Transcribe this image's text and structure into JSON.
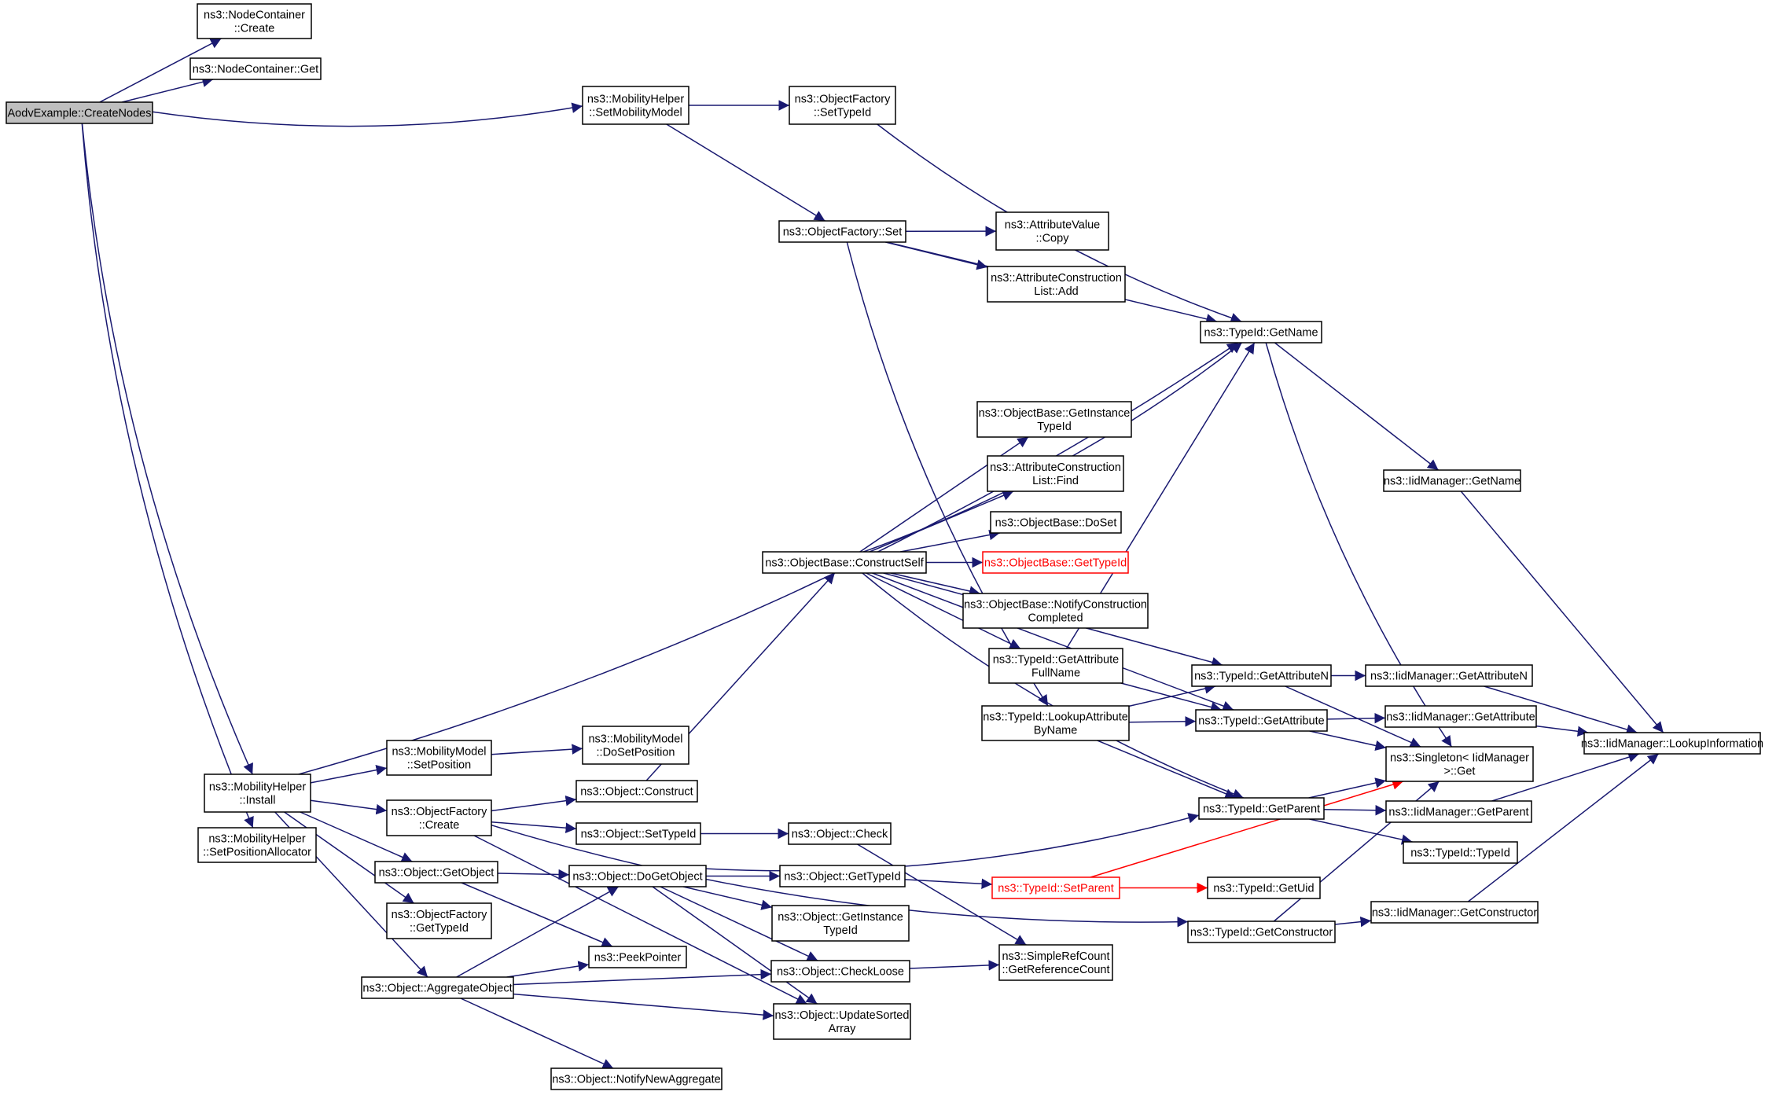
{
  "graph": {
    "colors": {
      "edge": "#191970",
      "edge_red": "#ff0000",
      "node_border": "#000000",
      "root_fill": "#bfbfbf",
      "link_missing": "#ff0000"
    },
    "nodes": [
      {
        "id": "aodv",
        "lines": [
          "AodvExample::CreateNodes"
        ],
        "root": true
      },
      {
        "id": "nc_create",
        "lines": [
          "ns3::NodeContainer",
          "::Create"
        ]
      },
      {
        "id": "nc_get",
        "lines": [
          "ns3::NodeContainer::Get"
        ]
      },
      {
        "id": "mh_setmm",
        "lines": [
          "ns3::MobilityHelper",
          "::SetMobilityModel"
        ]
      },
      {
        "id": "of_settypeid",
        "lines": [
          "ns3::ObjectFactory",
          "::SetTypeId"
        ]
      },
      {
        "id": "of_set",
        "lines": [
          "ns3::ObjectFactory::Set"
        ]
      },
      {
        "id": "av_copy",
        "lines": [
          "ns3::AttributeValue",
          "::Copy"
        ]
      },
      {
        "id": "acl_add",
        "lines": [
          "ns3::AttributeConstruction",
          "List::Add"
        ]
      },
      {
        "id": "tid_getname",
        "lines": [
          "ns3::TypeId::GetName"
        ]
      },
      {
        "id": "iid_getname",
        "lines": [
          "ns3::IidManager::GetName"
        ]
      },
      {
        "id": "ob_getinst",
        "lines": [
          "ns3::ObjectBase::GetInstance",
          "TypeId"
        ]
      },
      {
        "id": "acl_find",
        "lines": [
          "ns3::AttributeConstruction",
          "List::Find"
        ]
      },
      {
        "id": "ob_doset",
        "lines": [
          "ns3::ObjectBase::DoSet"
        ]
      },
      {
        "id": "ob_constructself",
        "lines": [
          "ns3::ObjectBase::ConstructSelf"
        ]
      },
      {
        "id": "ob_gettypeid",
        "lines": [
          "ns3::ObjectBase::GetTypeId"
        ],
        "red": true
      },
      {
        "id": "ob_notify",
        "lines": [
          "ns3::ObjectBase::NotifyConstruction",
          "Completed"
        ]
      },
      {
        "id": "tid_getattrfull",
        "lines": [
          "ns3::TypeId::GetAttribute",
          "FullName"
        ]
      },
      {
        "id": "tid_getattrn",
        "lines": [
          "ns3::TypeId::GetAttributeN"
        ]
      },
      {
        "id": "iid_getattrn",
        "lines": [
          "ns3::IidManager::GetAttributeN"
        ]
      },
      {
        "id": "tid_lookupattr",
        "lines": [
          "ns3::TypeId::LookupAttribute",
          "ByName"
        ]
      },
      {
        "id": "tid_getattr",
        "lines": [
          "ns3::TypeId::GetAttribute"
        ]
      },
      {
        "id": "iid_getattr",
        "lines": [
          "ns3::IidManager::GetAttribute"
        ]
      },
      {
        "id": "iid_lookup",
        "lines": [
          "ns3::IidManager::LookupInformation"
        ]
      },
      {
        "id": "singleton",
        "lines": [
          "ns3::Singleton< IidManager",
          ">::Get"
        ]
      },
      {
        "id": "mm_dosetpos",
        "lines": [
          "ns3::MobilityModel",
          "::DoSetPosition"
        ]
      },
      {
        "id": "mh_install",
        "lines": [
          "ns3::MobilityHelper",
          "::Install"
        ]
      },
      {
        "id": "mm_setpos",
        "lines": [
          "ns3::MobilityModel",
          "::SetPosition"
        ]
      },
      {
        "id": "obj_construct",
        "lines": [
          "ns3::Object::Construct"
        ]
      },
      {
        "id": "of_create",
        "lines": [
          "ns3::ObjectFactory",
          "::Create"
        ]
      },
      {
        "id": "obj_settypeid",
        "lines": [
          "ns3::Object::SetTypeId"
        ]
      },
      {
        "id": "obj_check",
        "lines": [
          "ns3::Object::Check"
        ]
      },
      {
        "id": "tid_getparent",
        "lines": [
          "ns3::TypeId::GetParent"
        ]
      },
      {
        "id": "iid_getparent",
        "lines": [
          "ns3::IidManager::GetParent"
        ]
      },
      {
        "id": "tid_typeid",
        "lines": [
          "ns3::TypeId::TypeId"
        ]
      },
      {
        "id": "mh_setposalloc",
        "lines": [
          "ns3::MobilityHelper",
          "::SetPositionAllocator"
        ]
      },
      {
        "id": "obj_getobject",
        "lines": [
          "ns3::Object::GetObject"
        ]
      },
      {
        "id": "obj_dogetobject",
        "lines": [
          "ns3::Object::DoGetObject"
        ]
      },
      {
        "id": "obj_gettypeid",
        "lines": [
          "ns3::Object::GetTypeId"
        ]
      },
      {
        "id": "tid_setparent",
        "lines": [
          "ns3::TypeId::SetParent"
        ],
        "red": true
      },
      {
        "id": "tid_getuid",
        "lines": [
          "ns3::TypeId::GetUid"
        ]
      },
      {
        "id": "of_gettypeid",
        "lines": [
          "ns3::ObjectFactory",
          "::GetTypeId"
        ]
      },
      {
        "id": "obj_getinsttid",
        "lines": [
          "ns3::Object::GetInstance",
          "TypeId"
        ]
      },
      {
        "id": "tid_getctor",
        "lines": [
          "ns3::TypeId::GetConstructor"
        ]
      },
      {
        "id": "iid_getctor",
        "lines": [
          "ns3::IidManager::GetConstructor"
        ]
      },
      {
        "id": "peekpointer",
        "lines": [
          "ns3::PeekPointer"
        ]
      },
      {
        "id": "src_getrefcount",
        "lines": [
          "ns3::SimpleRefCount",
          "::GetReferenceCount"
        ]
      },
      {
        "id": "obj_checkloose",
        "lines": [
          "ns3::Object::CheckLoose"
        ]
      },
      {
        "id": "obj_aggregate",
        "lines": [
          "ns3::Object::AggregateObject"
        ]
      },
      {
        "id": "obj_updatesorted",
        "lines": [
          "ns3::Object::UpdateSorted",
          "Array"
        ]
      },
      {
        "id": "obj_notifynew",
        "lines": [
          "ns3::Object::NotifyNewAggregate"
        ]
      }
    ],
    "edges": [
      [
        "aodv",
        "nc_create"
      ],
      [
        "aodv",
        "nc_get"
      ],
      [
        "aodv",
        "mh_setmm"
      ],
      [
        "aodv",
        "mh_install"
      ],
      [
        "aodv",
        "mh_setposalloc"
      ],
      [
        "mh_setmm",
        "of_settypeid"
      ],
      [
        "mh_setmm",
        "of_set"
      ],
      [
        "of_settypeid",
        "tid_getname"
      ],
      [
        "of_set",
        "av_copy"
      ],
      [
        "of_set",
        "acl_add"
      ],
      [
        "of_set",
        "tid_getname"
      ],
      [
        "of_set",
        "tid_lookupattr"
      ],
      [
        "tid_getname",
        "iid_getname"
      ],
      [
        "tid_getname",
        "singleton"
      ],
      [
        "iid_getname",
        "iid_lookup"
      ],
      [
        "ob_constructself",
        "tid_getname"
      ],
      [
        "ob_constructself",
        "ob_getinst"
      ],
      [
        "ob_constructself",
        "acl_find"
      ],
      [
        "ob_constructself",
        "ob_doset"
      ],
      [
        "ob_constructself",
        "ob_gettypeid"
      ],
      [
        "ob_constructself",
        "ob_notify"
      ],
      [
        "ob_constructself",
        "tid_getattrfull"
      ],
      [
        "ob_constructself",
        "tid_getattrn"
      ],
      [
        "ob_constructself",
        "tid_getattr"
      ],
      [
        "ob_constructself",
        "tid_getparent"
      ],
      [
        "tid_getattrfull",
        "tid_getname"
      ],
      [
        "tid_getattrfull",
        "tid_getattr"
      ],
      [
        "tid_lookupattr",
        "tid_getattrn"
      ],
      [
        "tid_lookupattr",
        "tid_getattr"
      ],
      [
        "tid_lookupattr",
        "tid_getparent"
      ],
      [
        "tid_getattrn",
        "iid_getattrn"
      ],
      [
        "tid_getattrn",
        "singleton"
      ],
      [
        "tid_getattr",
        "iid_getattr"
      ],
      [
        "tid_getattr",
        "singleton"
      ],
      [
        "iid_getattrn",
        "iid_lookup"
      ],
      [
        "iid_getattr",
        "iid_lookup"
      ],
      [
        "tid_getparent",
        "singleton"
      ],
      [
        "tid_getparent",
        "iid_getparent"
      ],
      [
        "tid_getparent",
        "tid_typeid"
      ],
      [
        "iid_getparent",
        "iid_lookup"
      ],
      [
        "mh_install",
        "tid_getname"
      ],
      [
        "mh_install",
        "mm_setpos"
      ],
      [
        "mh_install",
        "of_create"
      ],
      [
        "mh_install",
        "obj_getobject"
      ],
      [
        "mh_install",
        "of_gettypeid"
      ],
      [
        "mh_install",
        "obj_aggregate"
      ],
      [
        "mm_setpos",
        "mm_dosetpos"
      ],
      [
        "of_create",
        "obj_construct"
      ],
      [
        "of_create",
        "obj_settypeid"
      ],
      [
        "of_create",
        "obj_updatesorted"
      ],
      [
        "obj_construct",
        "ob_constructself"
      ],
      [
        "obj_settypeid",
        "obj_check"
      ],
      [
        "obj_check",
        "src_getrefcount"
      ],
      [
        "obj_getobject",
        "obj_dogetobject"
      ],
      [
        "obj_getobject",
        "peekpointer"
      ],
      [
        "obj_dogetobject",
        "tid_getparent"
      ],
      [
        "obj_dogetobject",
        "obj_gettypeid"
      ],
      [
        "obj_dogetobject",
        "obj_getinsttid"
      ],
      [
        "obj_dogetobject",
        "obj_checkloose"
      ],
      [
        "obj_dogetobject",
        "obj_updatesorted"
      ],
      [
        "obj_gettypeid",
        "tid_setparent"
      ],
      [
        "tid_setparent",
        "tid_getuid"
      ],
      [
        "tid_setparent",
        "singleton"
      ],
      [
        "tid_getctor",
        "singleton"
      ],
      [
        "tid_getctor",
        "iid_getctor"
      ],
      [
        "iid_getctor",
        "iid_lookup"
      ],
      [
        "obj_checkloose",
        "src_getrefcount"
      ],
      [
        "obj_aggregate",
        "obj_dogetobject"
      ],
      [
        "obj_aggregate",
        "peekpointer"
      ],
      [
        "obj_aggregate",
        "obj_checkloose"
      ],
      [
        "obj_aggregate",
        "obj_updatesorted"
      ],
      [
        "obj_aggregate",
        "obj_notifynew"
      ],
      [
        "of_create",
        "tid_getctor"
      ]
    ]
  }
}
